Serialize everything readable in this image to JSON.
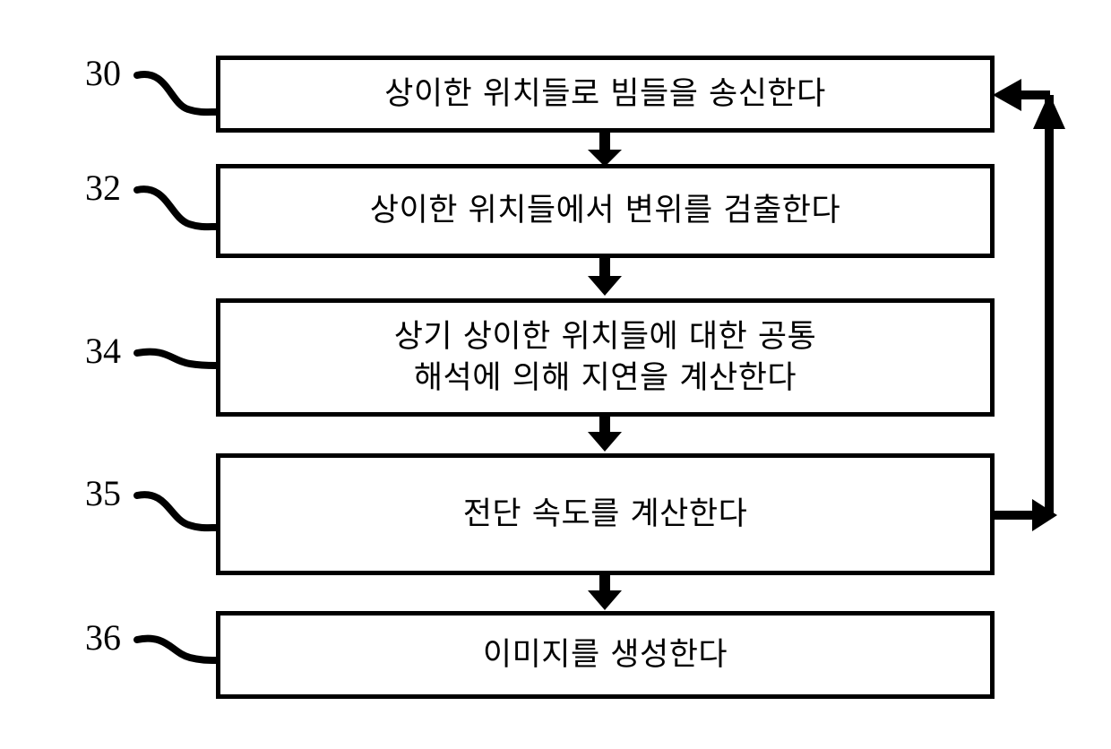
{
  "figure": {
    "type": "patent-flowchart",
    "orientation": "vertical",
    "language": "ko",
    "background_color": "#ffffff",
    "line_color": "#000000"
  },
  "steps": [
    {
      "ref": "30",
      "text": "상이한 위치들로 빔들을 송신한다",
      "lines": 1
    },
    {
      "ref": "32",
      "text": "상이한 위치들에서 변위를 검출한다",
      "lines": 1
    },
    {
      "ref": "34",
      "text": "상기 상이한 위치들에 대한 공통\n해석에 의해 지연을 계산한다",
      "lines": 2
    },
    {
      "ref": "35",
      "text": "전단 속도를 계산한다",
      "lines": 1
    },
    {
      "ref": "36",
      "text": "이미지를 생성한다",
      "lines": 1
    }
  ],
  "connectors": {
    "down_arrows": 4,
    "feedback_loop": {
      "from_step_ref": "35",
      "to_step_ref": "30",
      "arrowheads": [
        "right",
        "up",
        "left"
      ]
    }
  }
}
